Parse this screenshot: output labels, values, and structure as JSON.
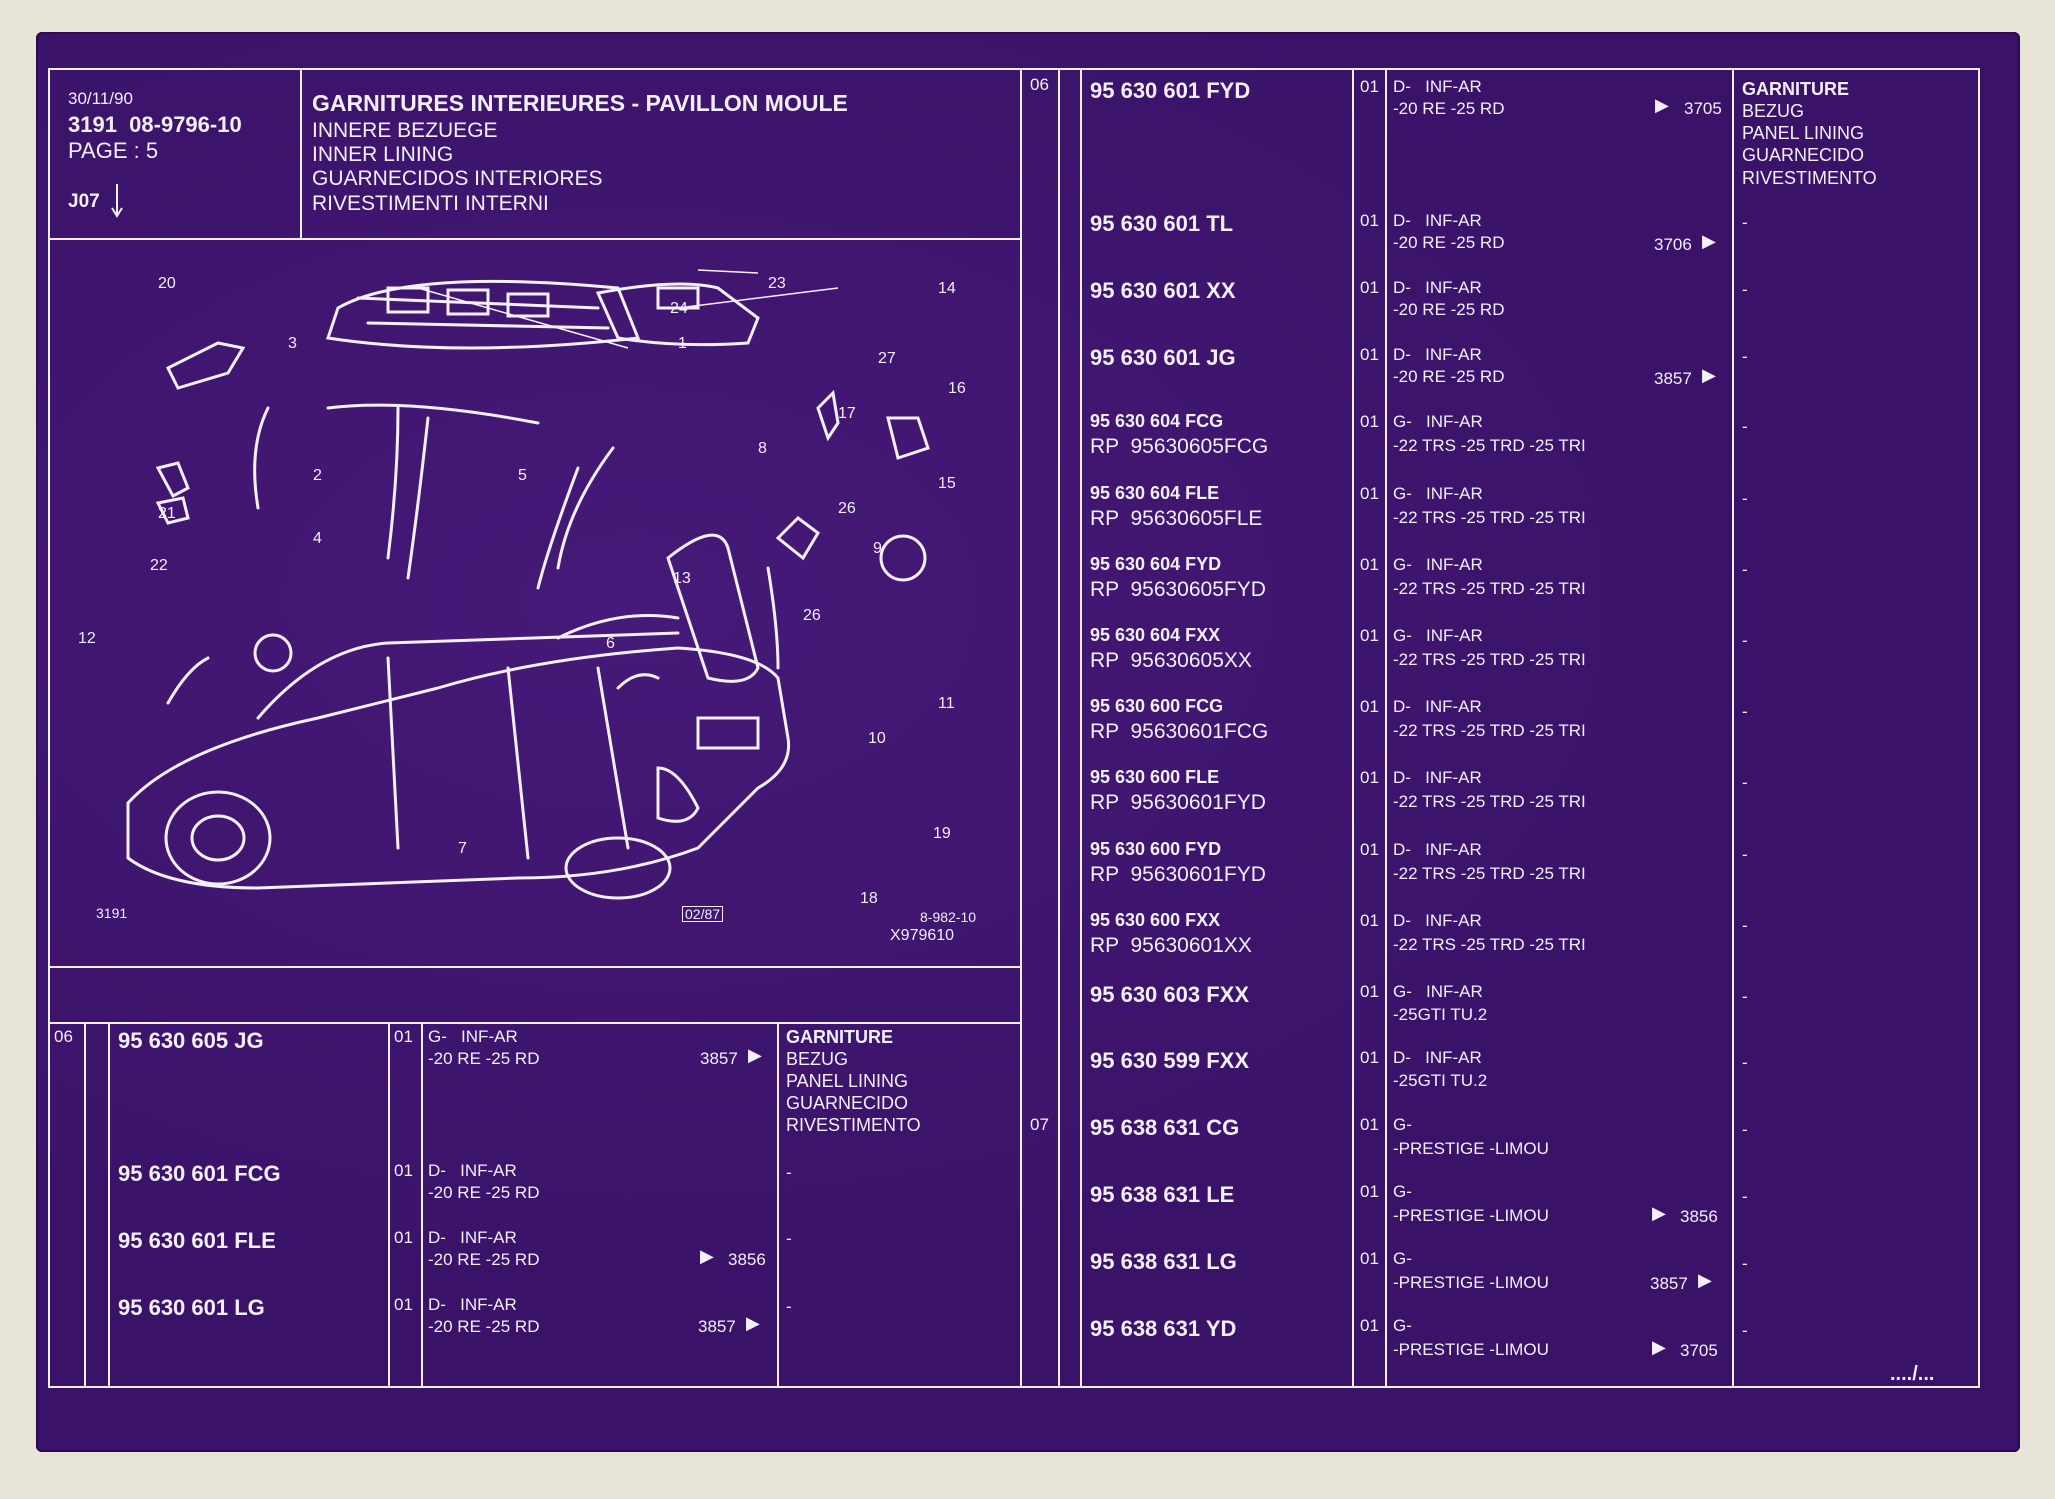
{
  "header": {
    "date": "30/11/90",
    "ref_line": "3191  08-9796-10",
    "page": "PAGE : 5",
    "section": "J07",
    "title_fr": "GARNITURES INTERIEURES - PAVILLON MOULE",
    "title_de": "INNERE BEZUEGE",
    "title_en": "INNER LINING",
    "title_es": "GUARNECIDOS INTERIORES",
    "title_it": "RIVESTIMENTI INTERNI"
  },
  "figure": {
    "model": "3191",
    "date_stamp": "02/87",
    "fig_ref": "8-982-10",
    "fig_code": "X979610",
    "callouts": [
      "1",
      "2",
      "3",
      "4",
      "5",
      "6",
      "7",
      "8",
      "9",
      "10",
      "11",
      "12",
      "13",
      "14",
      "15",
      "16",
      "17",
      "18",
      "19",
      "20",
      "21",
      "22",
      "23",
      "24",
      "26",
      "26",
      "27"
    ]
  },
  "description_block": {
    "fr": "GARNITURE",
    "de": "BEZUG",
    "en": "PANEL LINING",
    "es": "GUARNECIDO",
    "it": "RIVESTIMENTO"
  },
  "left_table": {
    "rows": [
      {
        "item": "06",
        "part": "95 630 605 JG",
        "rp": "",
        "qty": "01",
        "cond1": "G-   INF-AR",
        "cond2": "-20 RE -25 RD",
        "ref": "3857",
        "dir": "right",
        "desc": "block"
      },
      {
        "item": "",
        "part": "95 630 601 FCG",
        "rp": "",
        "qty": "01",
        "cond1": "D-   INF-AR",
        "cond2": "-20 RE -25 RD",
        "ref": "",
        "dir": "",
        "desc": "-"
      },
      {
        "item": "",
        "part": "95 630 601 FLE",
        "rp": "",
        "qty": "01",
        "cond1": "D-   INF-AR",
        "cond2": "-20 RE -25 RD",
        "ref": "3856",
        "dir": "left",
        "desc": "-"
      },
      {
        "item": "",
        "part": "95 630 601 LG",
        "rp": "",
        "qty": "01",
        "cond1": "D-   INF-AR",
        "cond2": "-20 RE -25 RD",
        "ref": "3857",
        "dir": "right",
        "desc": "-"
      }
    ]
  },
  "right_table": {
    "rows": [
      {
        "item": "06",
        "part": "95 630 601 FYD",
        "rp": "",
        "qty": "01",
        "cond1": "D-   INF-AR",
        "cond2": "-20 RE -25 RD",
        "ref": "3705",
        "dir": "left",
        "desc": "block"
      },
      {
        "item": "",
        "part": "95 630 601 TL",
        "rp": "",
        "qty": "01",
        "cond1": "D-   INF-AR",
        "cond2": "-20 RE -25 RD",
        "ref": "3706",
        "dir": "right",
        "desc": "-"
      },
      {
        "item": "",
        "part": "95 630 601 XX",
        "rp": "",
        "qty": "01",
        "cond1": "D-   INF-AR",
        "cond2": "-20 RE -25 RD",
        "ref": "",
        "dir": "",
        "desc": "-"
      },
      {
        "item": "",
        "part": "95 630 601 JG",
        "rp": "",
        "qty": "01",
        "cond1": "D-   INF-AR",
        "cond2": "-20 RE -25 RD",
        "ref": "3857",
        "dir": "right",
        "desc": "-"
      },
      {
        "item": "",
        "part": "95 630 604 FCG",
        "rp": "RP  95630605FCG",
        "qty": "01",
        "cond1": "G-   INF-AR",
        "cond2": "-22 TRS -25 TRD -25 TRI",
        "ref": "",
        "dir": "",
        "desc": "-"
      },
      {
        "item": "",
        "part": "95 630 604 FLE",
        "rp": "RP  95630605FLE",
        "qty": "01",
        "cond1": "G-   INF-AR",
        "cond2": "-22 TRS -25 TRD -25 TRI",
        "ref": "",
        "dir": "",
        "desc": "-"
      },
      {
        "item": "",
        "part": "95 630 604 FYD",
        "rp": "RP  95630605FYD",
        "qty": "01",
        "cond1": "G-   INF-AR",
        "cond2": "-22 TRS -25 TRD -25 TRI",
        "ref": "",
        "dir": "",
        "desc": "-"
      },
      {
        "item": "",
        "part": "95 630 604 FXX",
        "rp": "RP  95630605XX",
        "qty": "01",
        "cond1": "G-   INF-AR",
        "cond2": "-22 TRS -25 TRD -25 TRI",
        "ref": "",
        "dir": "",
        "desc": "-"
      },
      {
        "item": "",
        "part": "95 630 600 FCG",
        "rp": "RP  95630601FCG",
        "qty": "01",
        "cond1": "D-   INF-AR",
        "cond2": "-22 TRS -25 TRD -25 TRI",
        "ref": "",
        "dir": "",
        "desc": "-"
      },
      {
        "item": "",
        "part": "95 630 600 FLE",
        "rp": "RP  95630601FYD",
        "qty": "01",
        "cond1": "D-   INF-AR",
        "cond2": "-22 TRS -25 TRD -25 TRI",
        "ref": "",
        "dir": "",
        "desc": "-"
      },
      {
        "item": "",
        "part": "95 630 600 FYD",
        "rp": "RP  95630601FYD",
        "qty": "01",
        "cond1": "D-   INF-AR",
        "cond2": "-22 TRS -25 TRD -25 TRI",
        "ref": "",
        "dir": "",
        "desc": "-"
      },
      {
        "item": "",
        "part": "95 630 600 FXX",
        "rp": "RP  95630601XX",
        "qty": "01",
        "cond1": "D-   INF-AR",
        "cond2": "-22 TRS -25 TRD -25 TRI",
        "ref": "",
        "dir": "",
        "desc": "-"
      },
      {
        "item": "",
        "part": "95 630 603 FXX",
        "rp": "",
        "qty": "01",
        "cond1": "G-   INF-AR",
        "cond2": "-25GTI TU.2",
        "ref": "",
        "dir": "",
        "desc": "-"
      },
      {
        "item": "",
        "part": "95 630 599 FXX",
        "rp": "",
        "qty": "01",
        "cond1": "D-   INF-AR",
        "cond2": "-25GTI TU.2",
        "ref": "",
        "dir": "",
        "desc": "-"
      },
      {
        "item": "07",
        "part": "95 638 631 CG",
        "rp": "",
        "qty": "01",
        "cond1": "G-",
        "cond2": "-PRESTIGE -LIMOU",
        "ref": "",
        "dir": "",
        "desc": "-"
      },
      {
        "item": "",
        "part": "95 638 631 LE",
        "rp": "",
        "qty": "01",
        "cond1": "G-",
        "cond2": "-PRESTIGE -LIMOU",
        "ref": "3856",
        "dir": "left",
        "desc": "-"
      },
      {
        "item": "",
        "part": "95 638 631 LG",
        "rp": "",
        "qty": "01",
        "cond1": "G-",
        "cond2": "-PRESTIGE -LIMOU",
        "ref": "3857",
        "dir": "right",
        "desc": "-"
      },
      {
        "item": "",
        "part": "95 638 631 YD",
        "rp": "",
        "qty": "01",
        "cond1": "G-",
        "cond2": "-PRESTIGE -LIMOU",
        "ref": "3705",
        "dir": "left",
        "desc": "-"
      }
    ]
  },
  "footer": {
    "continue": "..../..."
  }
}
